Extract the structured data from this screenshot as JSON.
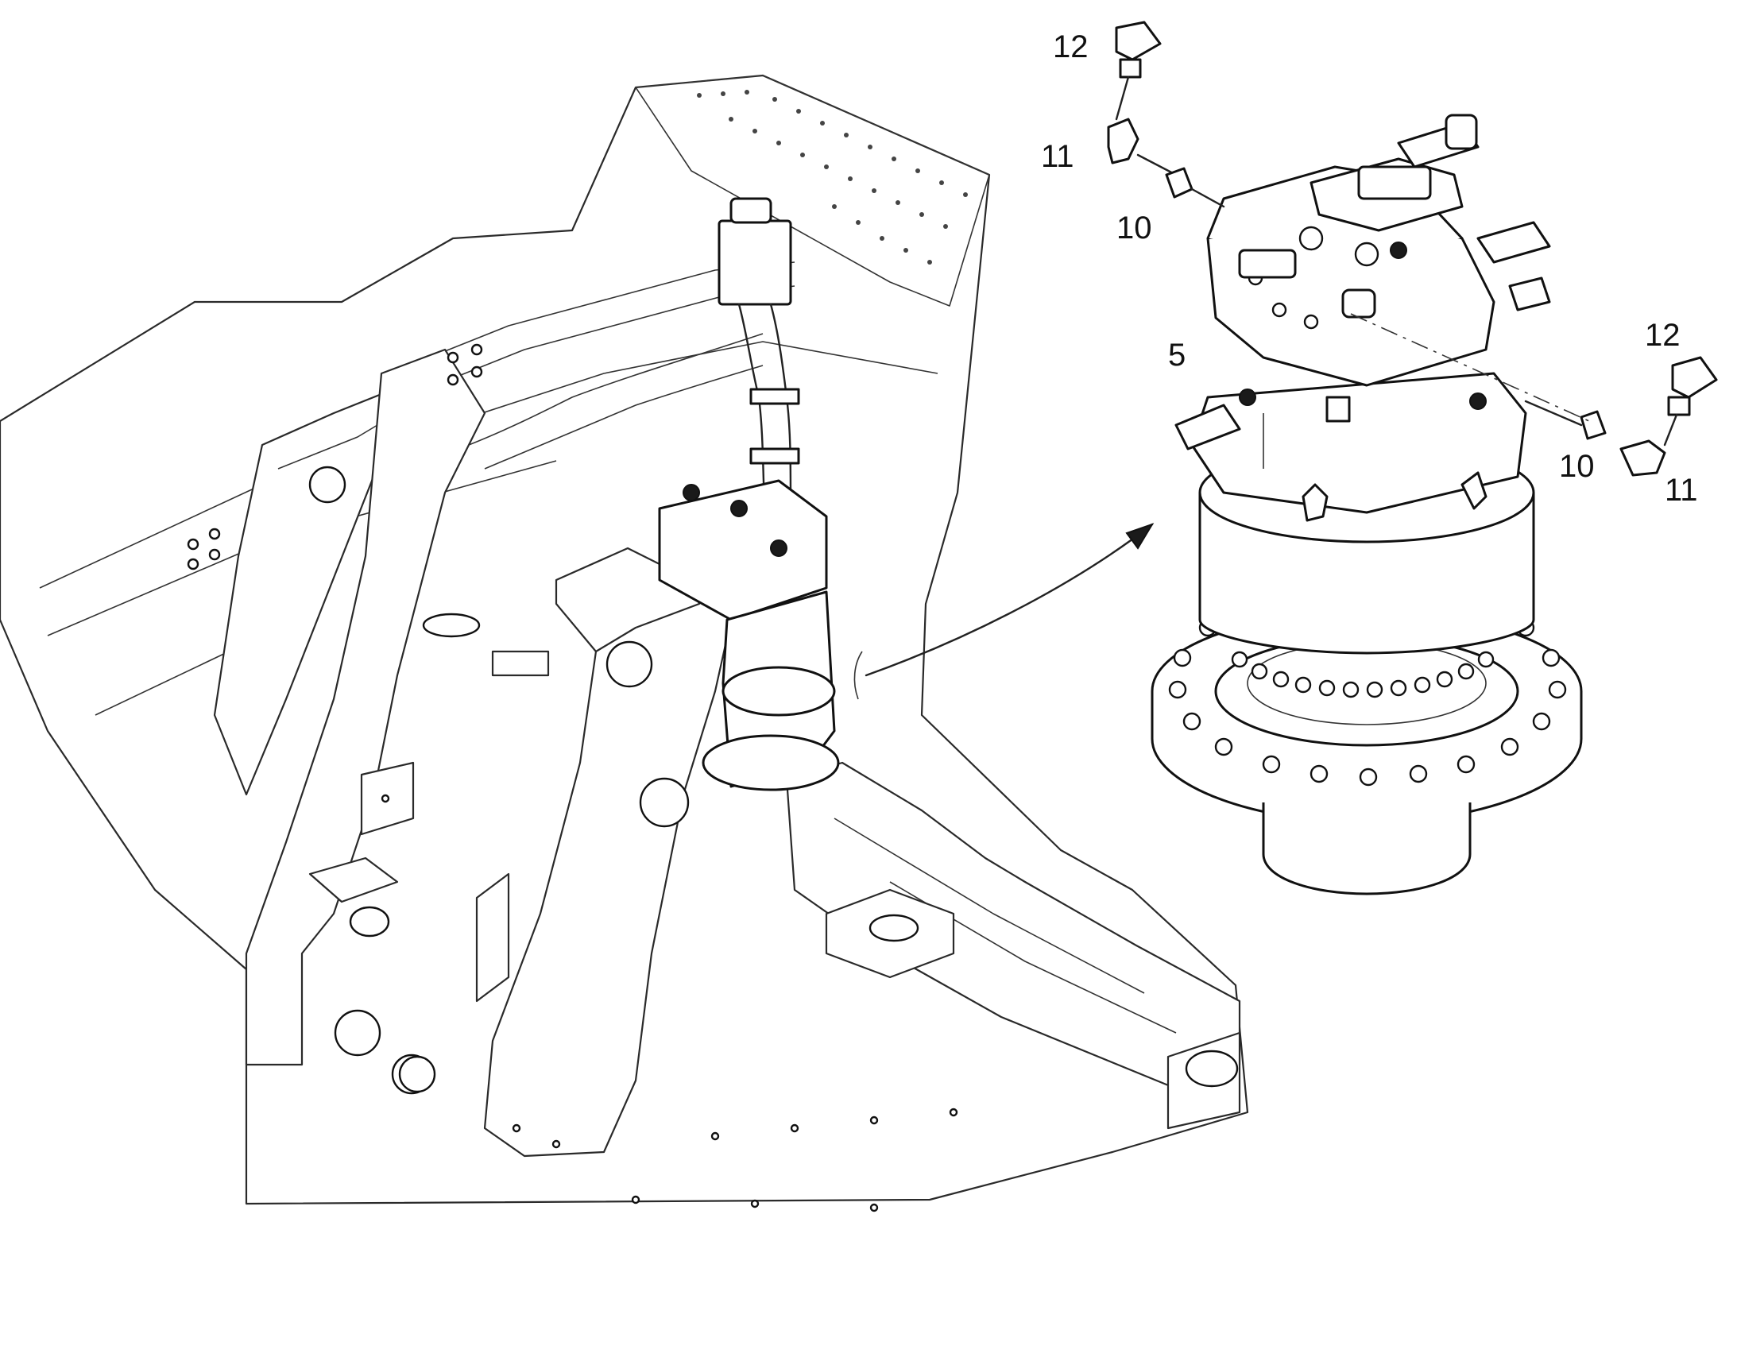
{
  "colors": {
    "line": "#111111",
    "background": "#ffffff"
  },
  "callouts": {
    "c12_top": "12",
    "c11_top": "11",
    "c10_top": "10",
    "c5": "5",
    "c12_right": "12",
    "c10_right": "10",
    "c11_right": "11"
  }
}
